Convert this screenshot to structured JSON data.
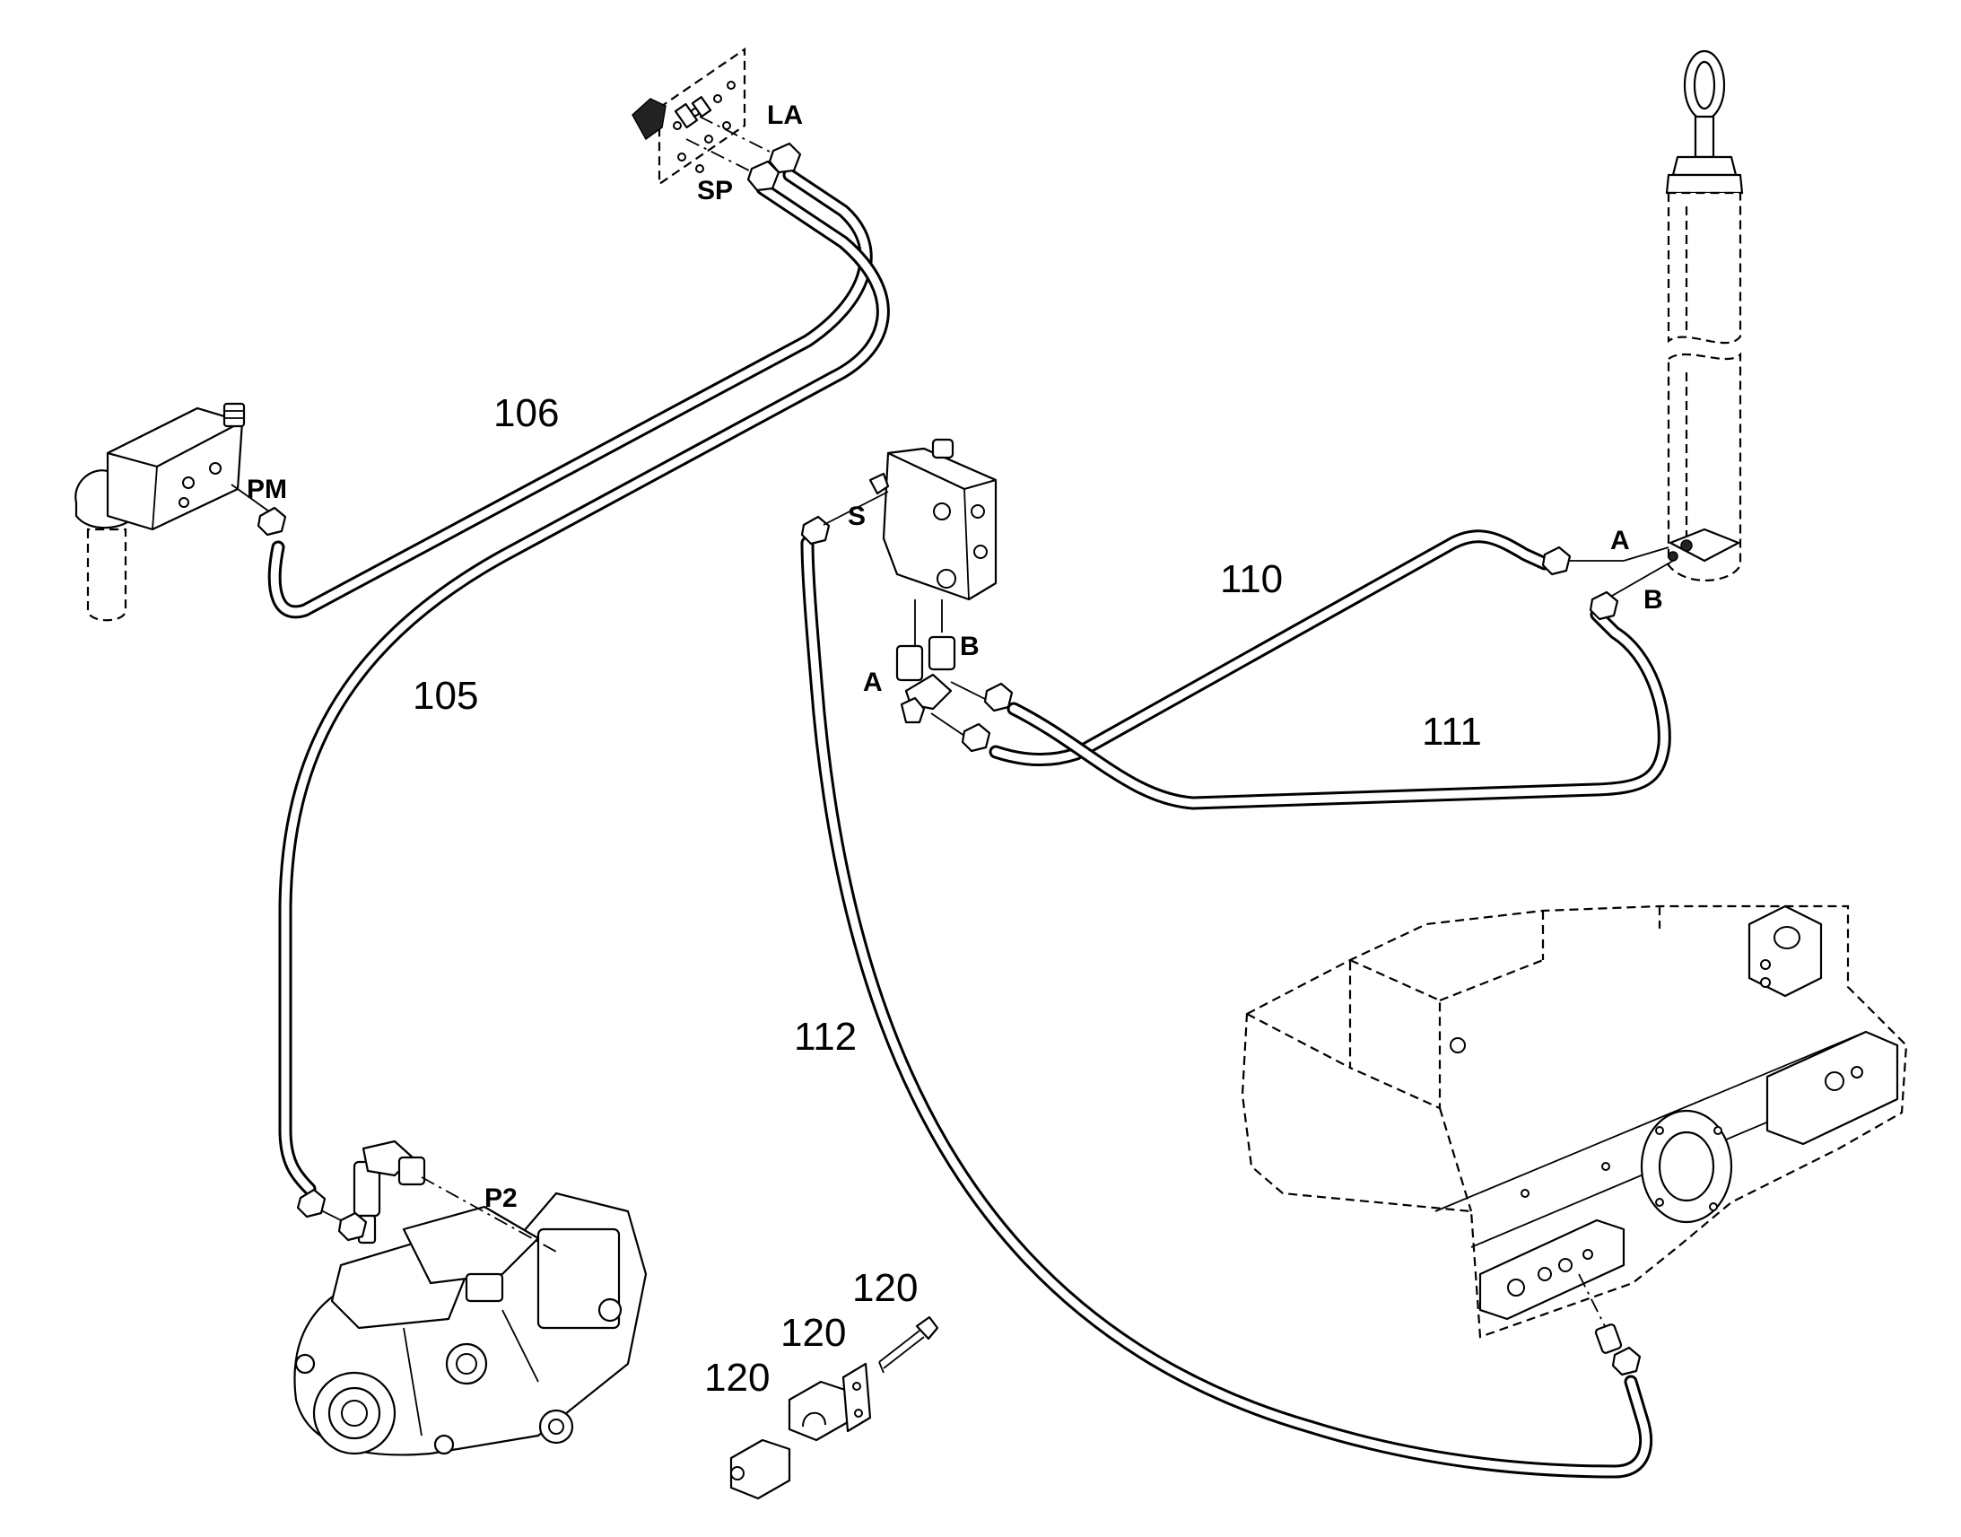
{
  "callouts": {
    "c105": "105",
    "c106": "106",
    "c110": "110",
    "c111": "111",
    "c112": "112",
    "c120a": "120",
    "c120b": "120",
    "c120c": "120"
  },
  "ports": {
    "la": "LA",
    "sp": "SP",
    "pm": "PM",
    "s": "S",
    "a_valve": "A",
    "b_valve": "B",
    "a_cyl": "A",
    "b_cyl": "B",
    "p2": "P2"
  }
}
